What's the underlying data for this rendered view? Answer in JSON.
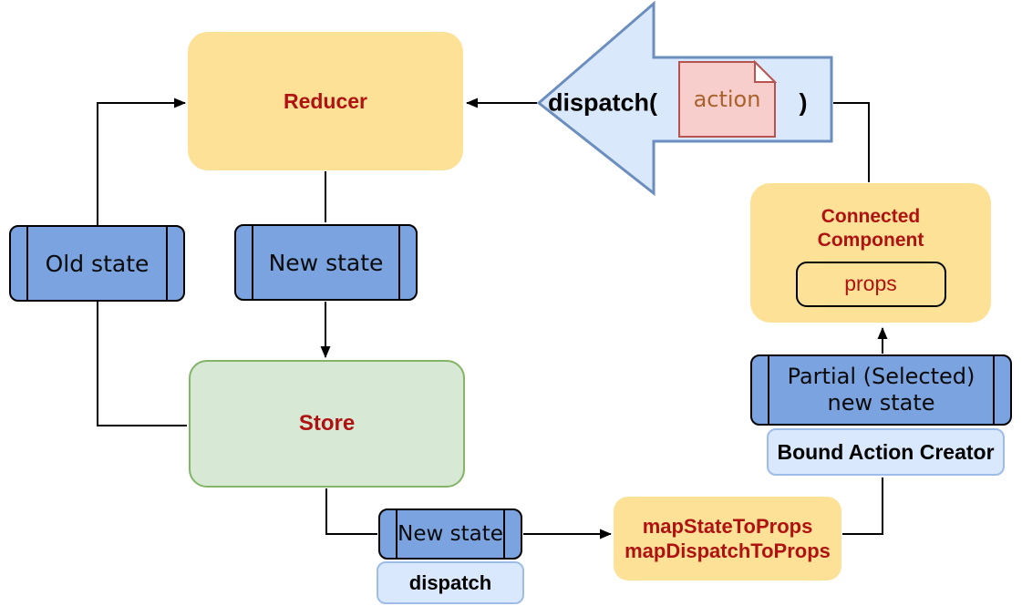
{
  "colors": {
    "yellow": "#FCE197",
    "blue": "#7AA3E0",
    "lightblue": "#D9E8FC",
    "lightblue_border": "#9EBCE8",
    "green": "#D7E9D5",
    "green_border": "#84B467",
    "red_text": "#B01212",
    "arrow_fill": "#DAE8FC",
    "arrow_border": "#6C8EBF",
    "note_fill": "#F8CECC",
    "note_border": "#B85450",
    "note_text": "#A9622B",
    "connector": "#000000"
  },
  "nodes": {
    "reducer": {
      "label": "Reducer"
    },
    "old_state": {
      "label": "Old state"
    },
    "new_state_top": {
      "label": "New state"
    },
    "store": {
      "label": "Store"
    },
    "new_state_bottom": {
      "label": "New state"
    },
    "dispatch_badge": {
      "label": "dispatch"
    },
    "map_props": {
      "line1": "mapStateToProps",
      "line2": "mapDispatchToProps"
    },
    "bound_action_creator": {
      "label": "Bound Action Creator"
    },
    "partial_state": {
      "line1": "Partial (Selected)",
      "line2": "new state"
    },
    "connected_component": {
      "line1": "Connected",
      "line2": "Component",
      "props_label": "props"
    },
    "dispatch_arrow": {
      "prefix": "dispatch(",
      "action_label": "action",
      "suffix": ")"
    }
  }
}
